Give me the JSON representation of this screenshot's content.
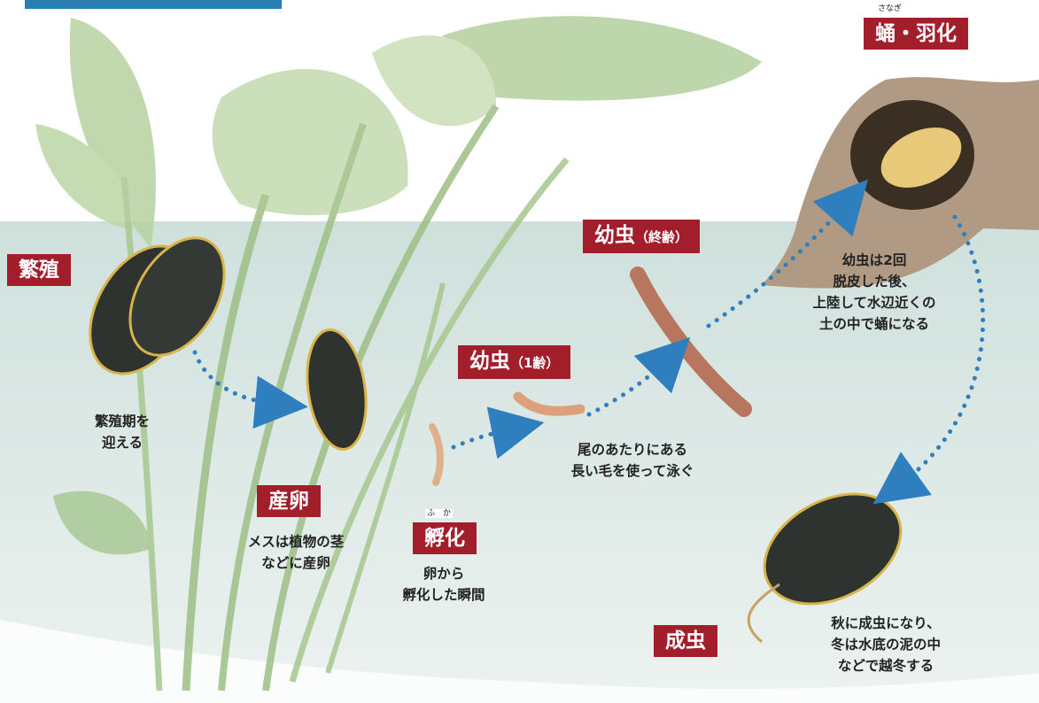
{
  "stages": {
    "breeding": {
      "label": "繁殖",
      "caption": [
        "繁殖期を",
        "迎える"
      ]
    },
    "oviposition": {
      "label": "産卵",
      "caption": [
        "メスは植物の茎",
        "などに産卵"
      ]
    },
    "hatching": {
      "label": "孵化",
      "ruby": "ふ　か",
      "caption": [
        "卵から",
        "孵化した瞬間"
      ]
    },
    "larva_first": {
      "label": "幼虫",
      "label_sub": "（1齢）",
      "caption": [
        "尾のあたりにある",
        "長い毛を使って泳ぐ"
      ]
    },
    "larva_final": {
      "label": "幼虫",
      "label_sub": "（終齢）",
      "caption": [
        "幼虫は2回",
        "脱皮した後、",
        "上陸して水辺近くの",
        "土の中で蛹になる"
      ]
    },
    "pupa": {
      "label": "蛹・羽化",
      "ruby": "さなぎ"
    },
    "adult": {
      "label": "成虫",
      "caption": [
        "秋に成虫になり、",
        "冬は水底の泥の中",
        "などで越冬する"
      ]
    }
  },
  "colors": {
    "badge": "#a31e2b",
    "arrow": "#2f7fbf",
    "water": "#cfe0dc",
    "leaf": "#b9d4a8",
    "soil": "#a9907a",
    "beetle": "#2f3330",
    "beetle_edge": "#d9b44a",
    "larva": "#b8765e",
    "top_tab": "#2a7fb0"
  }
}
